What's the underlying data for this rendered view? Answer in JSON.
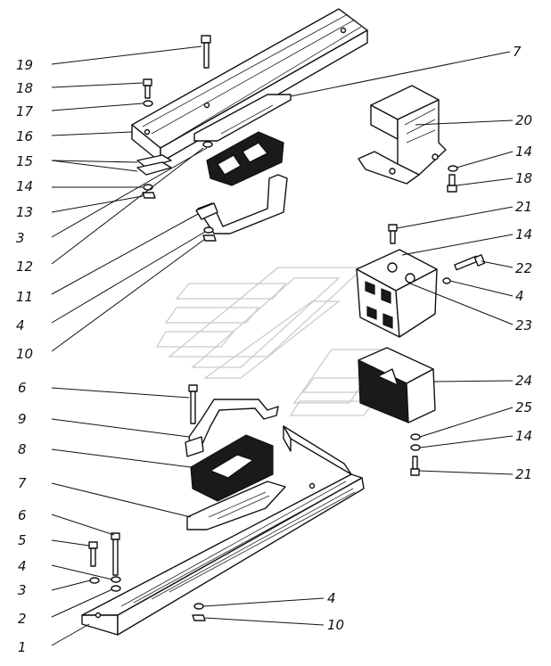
{
  "callouts": [
    {
      "id": "c19",
      "text": "19"
    },
    {
      "id": "c18a",
      "text": "18"
    },
    {
      "id": "c17",
      "text": "17"
    },
    {
      "id": "c16",
      "text": "16"
    },
    {
      "id": "c15",
      "text": "15"
    },
    {
      "id": "c14a",
      "text": "14"
    },
    {
      "id": "c13",
      "text": "13"
    },
    {
      "id": "c3a",
      "text": "3"
    },
    {
      "id": "c12",
      "text": "12"
    },
    {
      "id": "c11",
      "text": "11"
    },
    {
      "id": "c4a",
      "text": "4"
    },
    {
      "id": "c10a",
      "text": "10"
    },
    {
      "id": "c7a",
      "text": "7"
    },
    {
      "id": "c20",
      "text": "20"
    },
    {
      "id": "c14b",
      "text": "14"
    },
    {
      "id": "c18b",
      "text": "18"
    },
    {
      "id": "c21a",
      "text": "21"
    },
    {
      "id": "c14c",
      "text": "14"
    },
    {
      "id": "c22",
      "text": "22"
    },
    {
      "id": "c4b",
      "text": "4"
    },
    {
      "id": "c23",
      "text": "23"
    },
    {
      "id": "c24",
      "text": "24"
    },
    {
      "id": "c25",
      "text": "25"
    },
    {
      "id": "c14d",
      "text": "14"
    },
    {
      "id": "c21b",
      "text": "21"
    },
    {
      "id": "c6a",
      "text": "6"
    },
    {
      "id": "c9",
      "text": "9"
    },
    {
      "id": "c8",
      "text": "8"
    },
    {
      "id": "c7b",
      "text": "7"
    },
    {
      "id": "c6b",
      "text": "6"
    },
    {
      "id": "c5",
      "text": "5"
    },
    {
      "id": "c4c",
      "text": "4"
    },
    {
      "id": "c3b",
      "text": "3"
    },
    {
      "id": "c2",
      "text": "2"
    },
    {
      "id": "c1",
      "text": "1"
    },
    {
      "id": "c4d",
      "text": "4"
    },
    {
      "id": "c10b",
      "text": "10"
    }
  ]
}
